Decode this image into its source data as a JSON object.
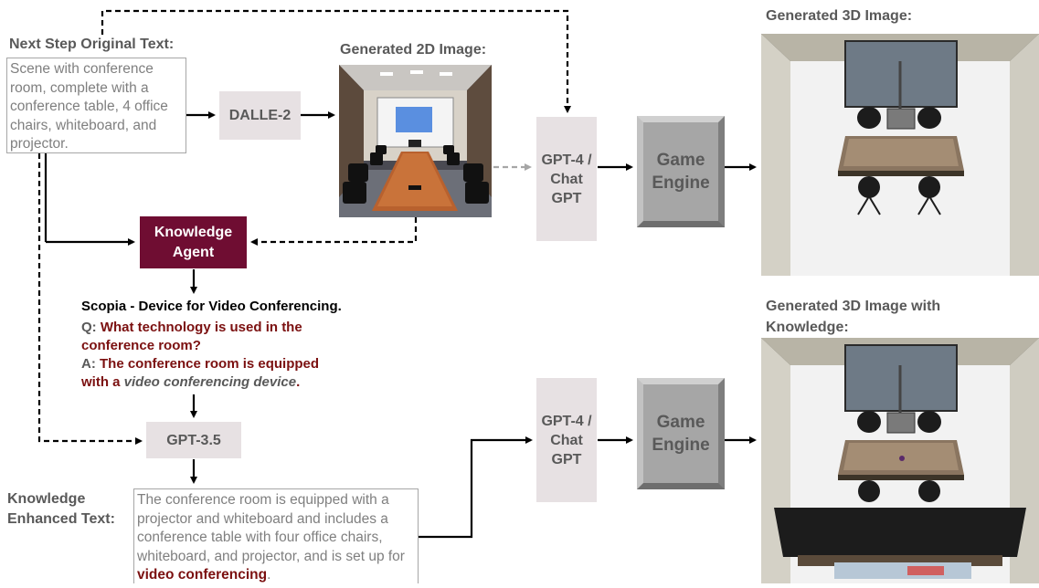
{
  "headings": {
    "next_step": "Next Step Original Text:",
    "generated_2d": "Generated 2D Image:",
    "generated_3d": "Generated 3D Image:",
    "generated_3d_knowledge": "Generated 3D Image with Knowledge:"
  },
  "original_text": "Scene with conference room, complete with a conference table, 4 office chairs, whiteboard, and projector.",
  "dalle": "DALLE-2",
  "gpt4_top": "GPT-4 / Chat GPT",
  "gpt4_bottom": "GPT-4 / Chat GPT",
  "game_engine_top": "Game Engine",
  "game_engine_bottom": "Game Engine",
  "knowledge_agent": "Knowledge Agent",
  "scopia": "Scopia - Device for Video Conferencing.",
  "qa": {
    "q_prefix": "Q: ",
    "q_text": "What technology is used in the conference room?",
    "a_prefix": "A: ",
    "a_text": "The conference room is equipped with a ",
    "a_italic": "video conferencing device",
    "a_end": "."
  },
  "gpt35": "GPT-3.5",
  "knowledge_label": "Knowledge Enhanced Text:",
  "enhanced_text": {
    "main": "The conference room is equipped with a projector and whiteboard and includes a conference table with four office chairs, whiteboard, and projector, and is set up for ",
    "highlight": "video conferencing",
    "end": "."
  },
  "colors": {
    "maroon": "#6f0d32",
    "gray_box": "#e7e1e3",
    "answer_red": "#7b1010"
  }
}
